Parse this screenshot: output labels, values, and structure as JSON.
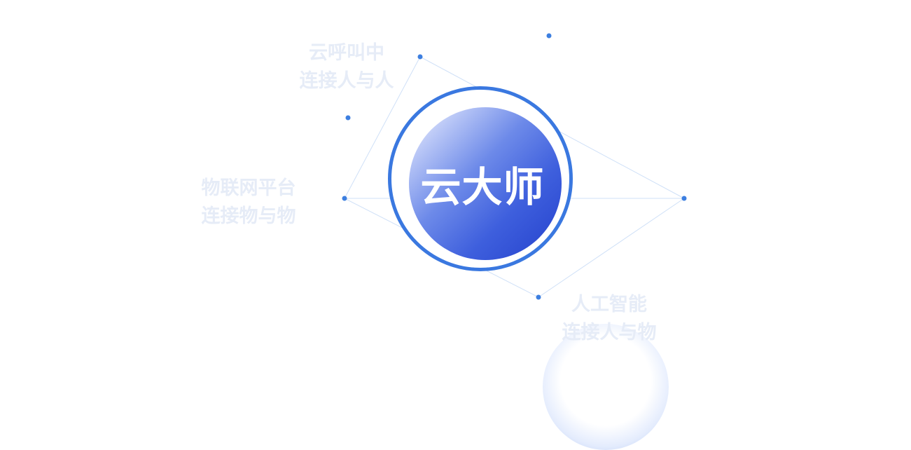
{
  "hub": {
    "title": "云大师"
  },
  "satellites": [
    {
      "id": "call",
      "line1": "云呼叫中",
      "line2": "连接人与人"
    },
    {
      "id": "iot",
      "line1": "物联网平台",
      "line2": "连接物与物"
    },
    {
      "id": "ai",
      "line1": "人工智能",
      "line2": "连接人与物"
    }
  ],
  "colors": {
    "node_dot": "#3d7fe0",
    "edge": "#cfe0f7",
    "hub_ring": "#3a78e0",
    "hub_fill_start": "#f3f6ff",
    "hub_fill_end": "#2440cc",
    "label": "#e6ecf7",
    "bubble": "#b9cdf7"
  }
}
